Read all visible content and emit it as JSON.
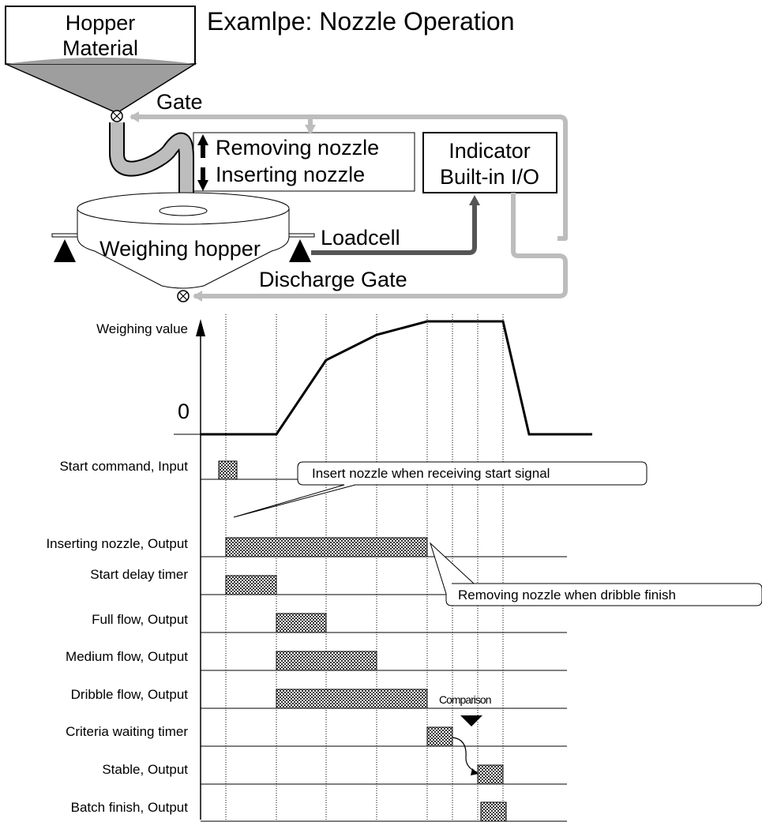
{
  "title": "Examlpe: Nozzle Operation",
  "hopper": {
    "line1": "Hopper",
    "line2": "Material"
  },
  "gate_label": "Gate",
  "nozzle_box": {
    "removing": "Removing nozzle",
    "inserting": "Inserting nozzle"
  },
  "indicator_box": {
    "line1": "Indicator",
    "line2": "Built-in I/O"
  },
  "weighing_hopper_label": "Weighing hopper",
  "loadcell_label": "Loadcell",
  "discharge_gate_label": "Discharge Gate",
  "graph": {
    "ylabel": "Weighing value",
    "zero_label": "0"
  },
  "signals": [
    {
      "label": "Start command, Input"
    },
    {
      "label": "Inserting nozzle, Output"
    },
    {
      "label": "Start delay timer"
    },
    {
      "label": "Full flow, Output"
    },
    {
      "label": "Medium flow, Output"
    },
    {
      "label": "Dribble flow, Output"
    },
    {
      "label": "Criteria waiting timer"
    },
    {
      "label": "Stable, Output"
    },
    {
      "label": "Batch finish, Output"
    }
  ],
  "callouts": {
    "insert": "Insert nozzle when receiving start signal",
    "remove": "Removing nozzle when dribble finish"
  },
  "comparison_label": "Comparison",
  "colors": {
    "pipe": "#bdbdbd",
    "loadcell_line": "#555555",
    "hatch": "#9a9a9a",
    "hopper_cone": "#9e9e9e"
  }
}
